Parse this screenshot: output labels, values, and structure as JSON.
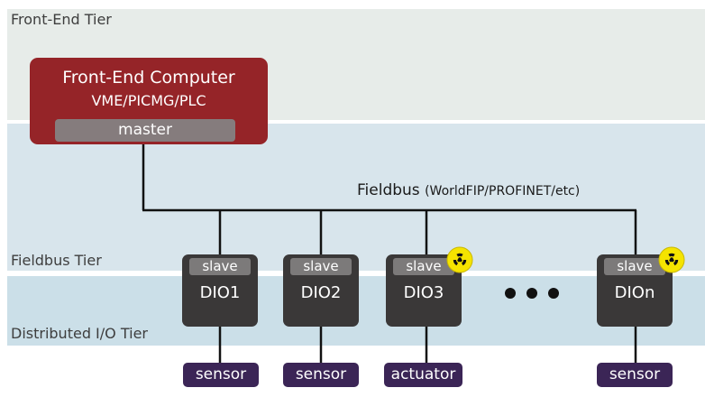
{
  "tiers": {
    "front_end": "Front-End Tier",
    "fieldbus": "Fieldbus Tier",
    "distributed_io": "Distributed I/O Tier"
  },
  "front_end_computer": {
    "title": "Front-End Computer",
    "subtitle": "VME/PICMG/PLC",
    "master_label": "master"
  },
  "fieldbus": {
    "label": "Fieldbus",
    "protocols": "(WorldFIP/PROFINET/etc)"
  },
  "nodes": [
    {
      "slave_label": "slave",
      "name": "DIO1",
      "radiation": false,
      "device": "sensor"
    },
    {
      "slave_label": "slave",
      "name": "DIO2",
      "radiation": false,
      "device": "sensor"
    },
    {
      "slave_label": "slave",
      "name": "DIO3",
      "radiation": true,
      "device": "actuator"
    },
    {
      "slave_label": "slave",
      "name": "DIOn",
      "radiation": true,
      "device": "sensor"
    }
  ],
  "colors": {
    "front_end_band": "#e7ece9",
    "fieldbus_band": "#d8e5ec",
    "io_band": "#cbdfe8",
    "computer": "#952428",
    "master_box": "#857c7d",
    "dio_box": "#3a3838",
    "device_box": "#3b2556",
    "radiation_yellow": "#f5e400"
  },
  "icons": {
    "radiation": "radiation-trefoil-icon",
    "ellipsis": "ellipsis-dots-icon"
  }
}
